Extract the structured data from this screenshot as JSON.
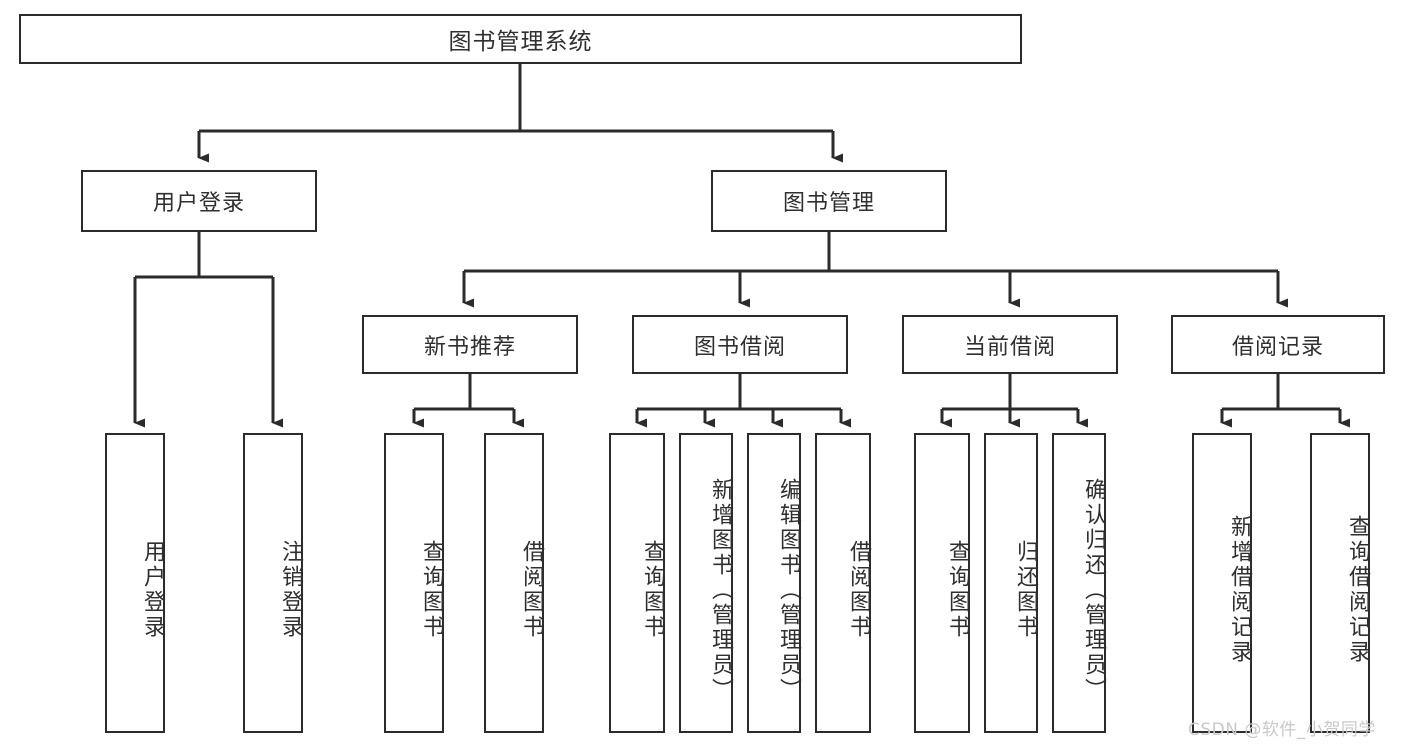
{
  "diagram": {
    "type": "tree-hierarchy",
    "title": "图书管理系统",
    "orientation": "top-down",
    "colors": {
      "box_border": "#2b2b2b",
      "box_fill": "#ffffff",
      "connector": "#2b2b2b",
      "text": "#2f2f2f",
      "watermark": "#c9c9c9"
    },
    "root": {
      "label": "图书管理系统"
    },
    "level2": [
      {
        "id": "user_login",
        "label": "用户登录"
      },
      {
        "id": "book_manage",
        "label": "图书管理"
      }
    ],
    "level3": [
      {
        "id": "new_book_rec",
        "label": "新书推荐",
        "parent": "book_manage"
      },
      {
        "id": "book_borrow",
        "label": "图书借阅",
        "parent": "book_manage"
      },
      {
        "id": "current_borrow",
        "label": "当前借阅",
        "parent": "book_manage"
      },
      {
        "id": "borrow_record",
        "label": "借阅记录",
        "parent": "book_manage"
      }
    ],
    "leaves": {
      "user_login": [
        {
          "id": "leaf_login",
          "label": "用户登录"
        },
        {
          "id": "leaf_logout",
          "label": "注销登录"
        }
      ],
      "new_book_rec": [
        {
          "id": "leaf_query_book_1",
          "label": "查询图书"
        },
        {
          "id": "leaf_borrow_book_1",
          "label": "借阅图书"
        }
      ],
      "book_borrow": [
        {
          "id": "leaf_query_book_2",
          "label": "查询图书"
        },
        {
          "id": "leaf_add_book",
          "label": "新增图书（管理员）"
        },
        {
          "id": "leaf_edit_book",
          "label": "编辑图书（管理员）"
        },
        {
          "id": "leaf_borrow_book_2",
          "label": "借阅图书"
        }
      ],
      "current_borrow": [
        {
          "id": "leaf_query_book_3",
          "label": "查询图书"
        },
        {
          "id": "leaf_return_book",
          "label": "归还图书"
        },
        {
          "id": "leaf_confirm_return",
          "label": "确认归还（管理员）"
        }
      ],
      "borrow_record": [
        {
          "id": "leaf_add_record",
          "label": "新增借阅记录"
        },
        {
          "id": "leaf_query_record",
          "label": "查询借阅记录"
        }
      ]
    }
  },
  "watermark": {
    "text": "CSDN @软件_小贺同学"
  }
}
